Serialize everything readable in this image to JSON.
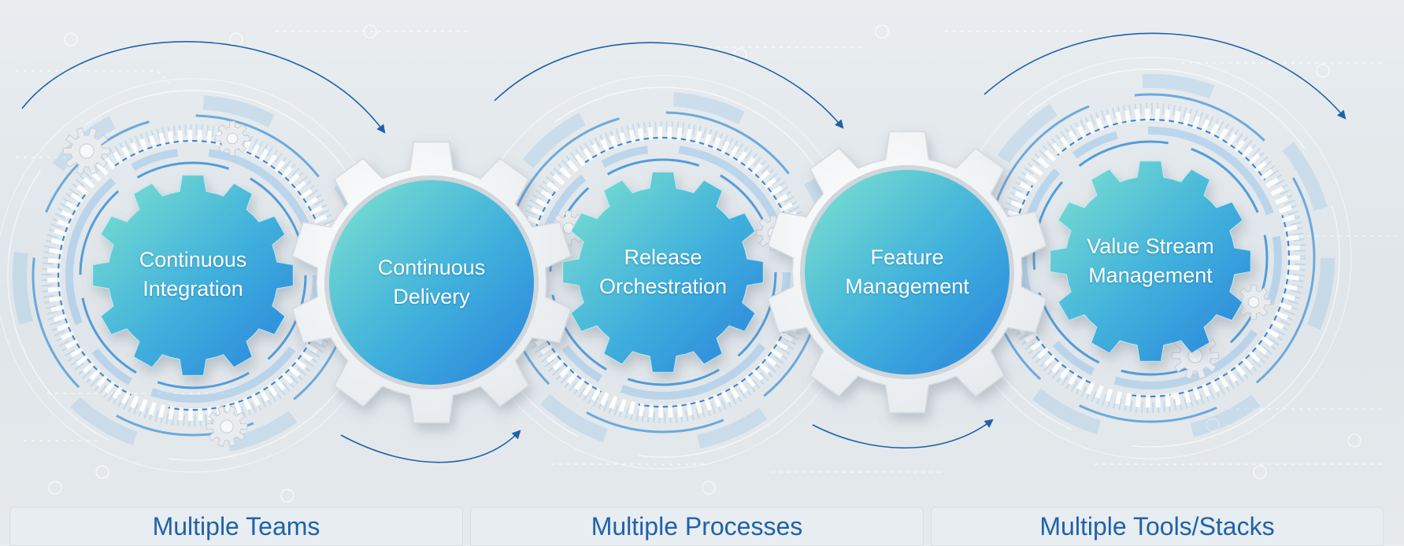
{
  "colors": {
    "accent": "#1f62a8",
    "gear_light": "#72dccf",
    "gear_dark": "#2f8fe0",
    "ring_blue": "#3a8fd6",
    "white_gear": "#f4f6f8"
  },
  "gears": [
    {
      "line1": "Continuous",
      "line2": "Integration",
      "style": "blue-gear"
    },
    {
      "line1": "Continuous",
      "line2": "Delivery",
      "style": "white-gear"
    },
    {
      "line1": "Release",
      "line2": "Orchestration",
      "style": "blue-gear"
    },
    {
      "line1": "Feature",
      "line2": "Management",
      "style": "white-gear"
    },
    {
      "line1": "Value Stream",
      "line2": "Management",
      "style": "blue-gear"
    }
  ],
  "footer": {
    "teams": "Multiple Teams",
    "processes": "Multiple Processes",
    "tools": "Multiple Tools/Stacks"
  }
}
